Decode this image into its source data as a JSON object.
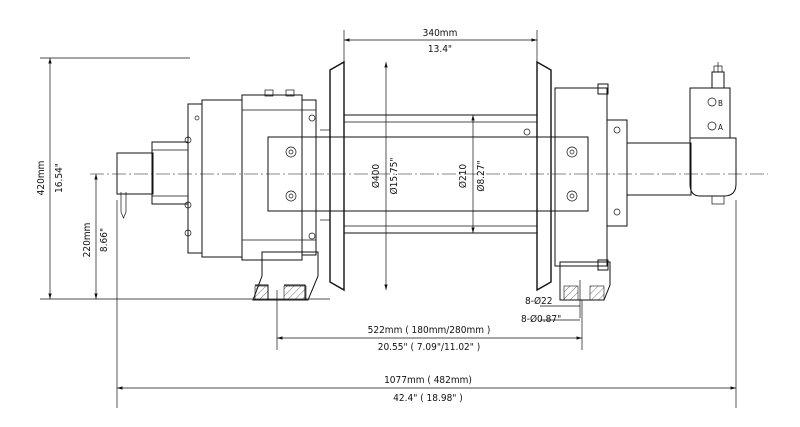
{
  "drawing": {
    "drum_width": {
      "mm": "340mm",
      "inch": "13.4\""
    },
    "overall_height": {
      "mm": "420mm",
      "inch": "16.54\""
    },
    "center_height": {
      "mm": "220mm",
      "inch": "8.66\""
    },
    "flange_diameter": {
      "mm": "Ø400",
      "inch": "Ø15.75\""
    },
    "drum_diameter": {
      "mm": "Ø210",
      "inch": "Ø8.27\""
    },
    "mount_holes": {
      "mm": "8-Ø22",
      "inch": "8-Ø0.87\""
    },
    "mount_spacing": {
      "mm": "522mm ( 180mm/280mm )",
      "inch": "20.55\" ( 7.09\"/11.02\" )"
    },
    "overall_length": {
      "mm": "1077mm ( 482mm)",
      "inch": "42.4\" ( 18.98\" )"
    },
    "valve_ports": [
      "A",
      "B"
    ]
  }
}
